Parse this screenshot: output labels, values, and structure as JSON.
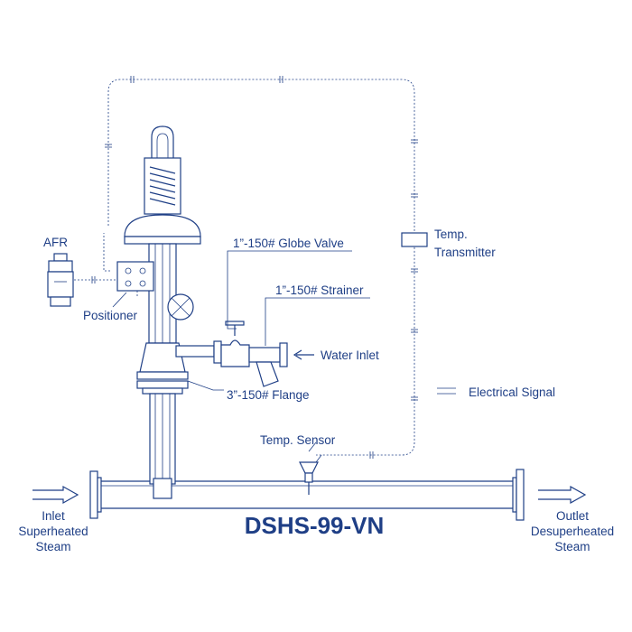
{
  "title": "DSHS-99-VN",
  "labels": {
    "afr": "AFR",
    "positioner": "Positioner",
    "globe_valve": "1”-150# Globe Valve",
    "strainer": "1”-150# Strainer",
    "water_inlet": "Water Inlet",
    "flange": "3”-150# Flange",
    "temp_transmitter_1": "Temp.",
    "temp_transmitter_2": "Transmitter",
    "electrical_signal": "Electrical Signal",
    "temp_sensor": "Temp. Sensor",
    "inlet_1": "Inlet",
    "inlet_2": "Superheated",
    "inlet_3": "Steam",
    "outlet_1": "Outlet",
    "outlet_2": "Desuperheated",
    "outlet_3": "Steam"
  },
  "colors": {
    "line": "#1f3f86",
    "background": "#ffffff"
  }
}
